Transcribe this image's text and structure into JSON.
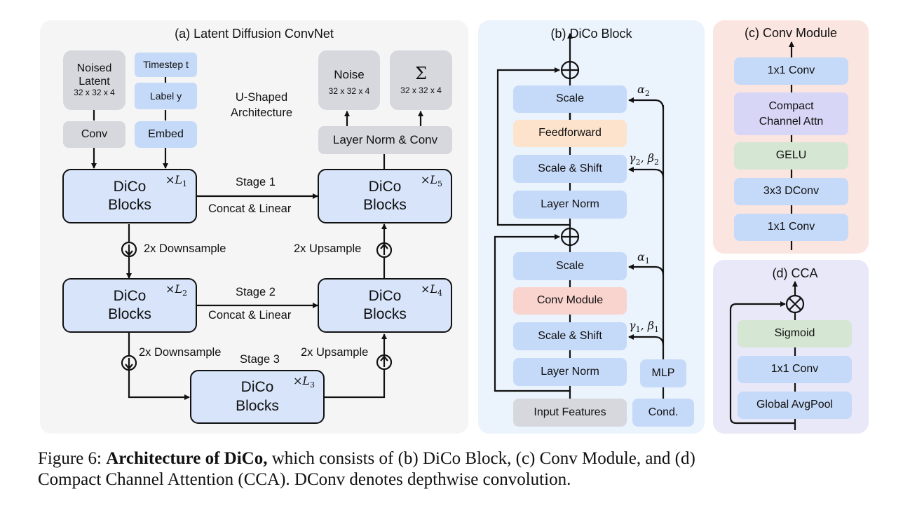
{
  "panel_a": {
    "title": "(a) Latent Diffusion ConvNet",
    "arch_label_1": "U-Shaped",
    "arch_label_2": "Architecture",
    "noised_latent": {
      "line1": "Noised",
      "line2": "Latent",
      "dims": "32 x 32 x 4"
    },
    "timestep": "Timestep t",
    "label": "Label y",
    "conv": "Conv",
    "embed": "Embed",
    "noise_out": {
      "label": "Noise",
      "dims": "32 x 32 x 4"
    },
    "sigma_out": {
      "label": "Σ",
      "dims": "32 x 32 x 4"
    },
    "layer_norm_conv": "Layer Norm & Conv",
    "dico_line1": "DiCo",
    "dico_line2": "Blocks",
    "multipliers": {
      "l1": "1",
      "l2": "2",
      "l3": "3",
      "l4": "4",
      "l5": "5"
    },
    "stage1": "Stage 1",
    "stage2": "Stage 2",
    "stage3": "Stage 3",
    "concat_linear": "Concat & Linear",
    "downsample": "2x Downsample",
    "upsample": "2x Upsample"
  },
  "panel_b": {
    "title": "(b) DiCo Block",
    "scale": "Scale",
    "feedforward": "Feedforward",
    "scale_shift": "Scale & Shift",
    "layer_norm": "Layer Norm",
    "conv_module": "Conv Module",
    "input_features": "Input Features",
    "mlp": "MLP",
    "cond": "Cond.",
    "alpha2": "α",
    "alpha2_sub": "2",
    "gamma_beta2": "γ",
    "gamma_beta2_sub": "2",
    "beta2": "β",
    "beta2_sub": "2",
    "alpha1": "α",
    "alpha1_sub": "1",
    "gamma1": "γ",
    "gamma1_sub": "1",
    "beta1": "β",
    "beta1_sub": "1"
  },
  "panel_c": {
    "title": "(c) Conv Module",
    "layers": [
      "1x1 Conv",
      "Compact",
      "Channel Attn",
      "GELU",
      "3x3 DConv",
      "1x1 Conv"
    ]
  },
  "panel_d": {
    "title": "(d) CCA",
    "layers": [
      "Sigmoid",
      "1x1 Conv",
      "Global AvgPool"
    ]
  },
  "caption": {
    "prefix": "Figure 6: ",
    "bold": "Architecture of DiCo,",
    "line1_rest": " which consists of (b) DiCo Block, (c) Conv Module, and (d)",
    "line2": "Compact Channel Attention (CCA). DConv denotes depthwise convolution."
  }
}
